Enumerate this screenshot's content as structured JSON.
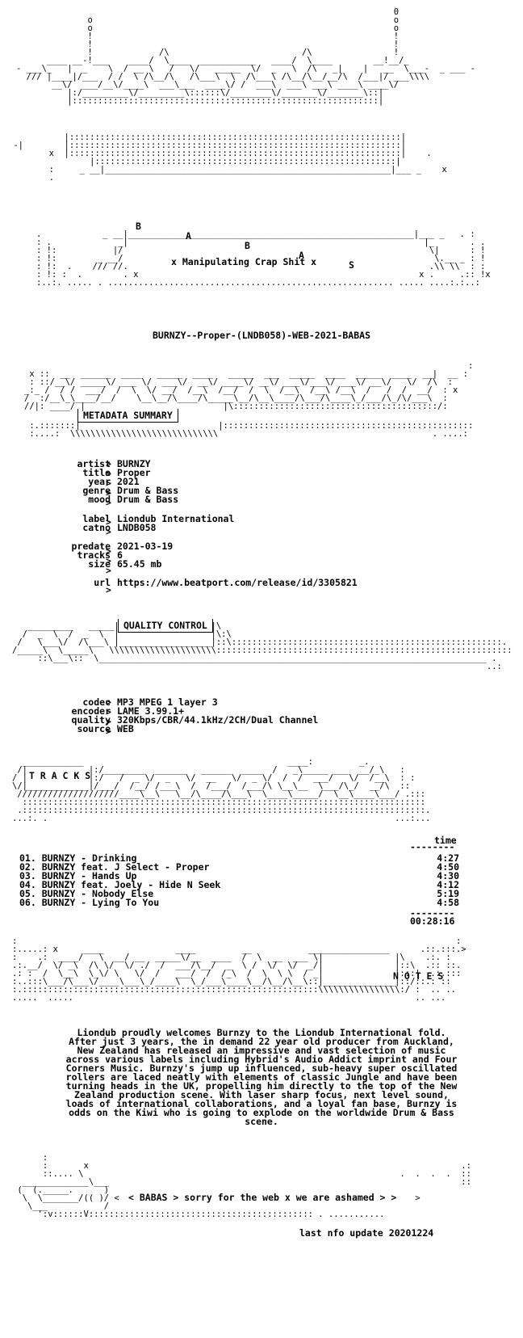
{
  "header": {
    "letters": [
      "B",
      "A",
      "B",
      "A",
      "S"
    ],
    "tagline": "x Manipulating Crap Shit x",
    "release_name": "BURNZY--Proper-(LNDB058)-WEB-2021-BABAS"
  },
  "sections": {
    "metadata": "METADATA SUMMARY",
    "quality": "QUALITY CONTROL",
    "tracks": "T R A C K S",
    "notes": "N O T E S"
  },
  "metadata": [
    {
      "k": "artist",
      "v": "BURNZY"
    },
    {
      "k": "title",
      "v": "Proper"
    },
    {
      "k": "year",
      "v": "2021"
    },
    {
      "k": "genre",
      "v": "Drum & Bass"
    },
    {
      "k": "mood",
      "v": "Drum & Bass"
    },
    {
      "k": "label",
      "v": "Liondub International"
    },
    {
      "k": "catno",
      "v": "LNDB058"
    },
    {
      "k": "predate",
      "v": "2021-03-19"
    },
    {
      "k": "tracks",
      "v": "6"
    },
    {
      "k": "size",
      "v": "65.45 mb"
    },
    {
      "k": "url",
      "v": "https://www.beatport.com/release/id/3305821"
    }
  ],
  "quality": [
    {
      "k": "codec",
      "v": "MP3 MPEG 1 layer 3"
    },
    {
      "k": "encoder",
      "v": "LAME 3.99.1+"
    },
    {
      "k": "quality",
      "v": "320Kbps/CBR/44.1kHz/2CH/Dual Channel"
    },
    {
      "k": "source",
      "v": "WEB"
    }
  ],
  "tracklist": {
    "time_header": "time",
    "items": [
      {
        "n": "01.",
        "t": "BURNZY - Drinking",
        "d": "4:27"
      },
      {
        "n": "02.",
        "t": "BURNZY feat. J Select - Proper",
        "d": "4:50"
      },
      {
        "n": "03.",
        "t": "BURNZY - Hands Up",
        "d": "4:30"
      },
      {
        "n": "04.",
        "t": "BURNZY feat. Joely - Hide N Seek",
        "d": "4:12"
      },
      {
        "n": "05.",
        "t": "BURNZY - Nobody Else",
        "d": "5:19"
      },
      {
        "n": "06.",
        "t": "BURNZY - Lying To You",
        "d": "4:58"
      }
    ],
    "total": "00:28:16"
  },
  "notes": [
    "Liondub proudly welcomes Burnzy to the Liondub International fold.",
    "After just 3 years, the in demand 22 year old producer from Auckland,",
    "New Zealand has released an impressive and vast selection of music",
    "across various labels including Hybrid's Audio Addict imprint and Four",
    "Corners Music. Burnzy's jump up influenced, sub-heavy super oscillated",
    "rollers are laced neatly with elements of classic Jungle and have been",
    "turning heads in the UK, propelling him directly to the top of the New",
    "Zealand production scene. With laser sharp focus, next level sound,",
    "loads of international collaborations, and a loyal fan base, Burnzy is",
    "odds on the Kiwi who is going to explode on the worldwide Drum & Bass",
    "scene."
  ],
  "footer": {
    "message": "< BABAS > sorry for the web x we are ashamed > >",
    "update": "last nfo update 20201224"
  }
}
